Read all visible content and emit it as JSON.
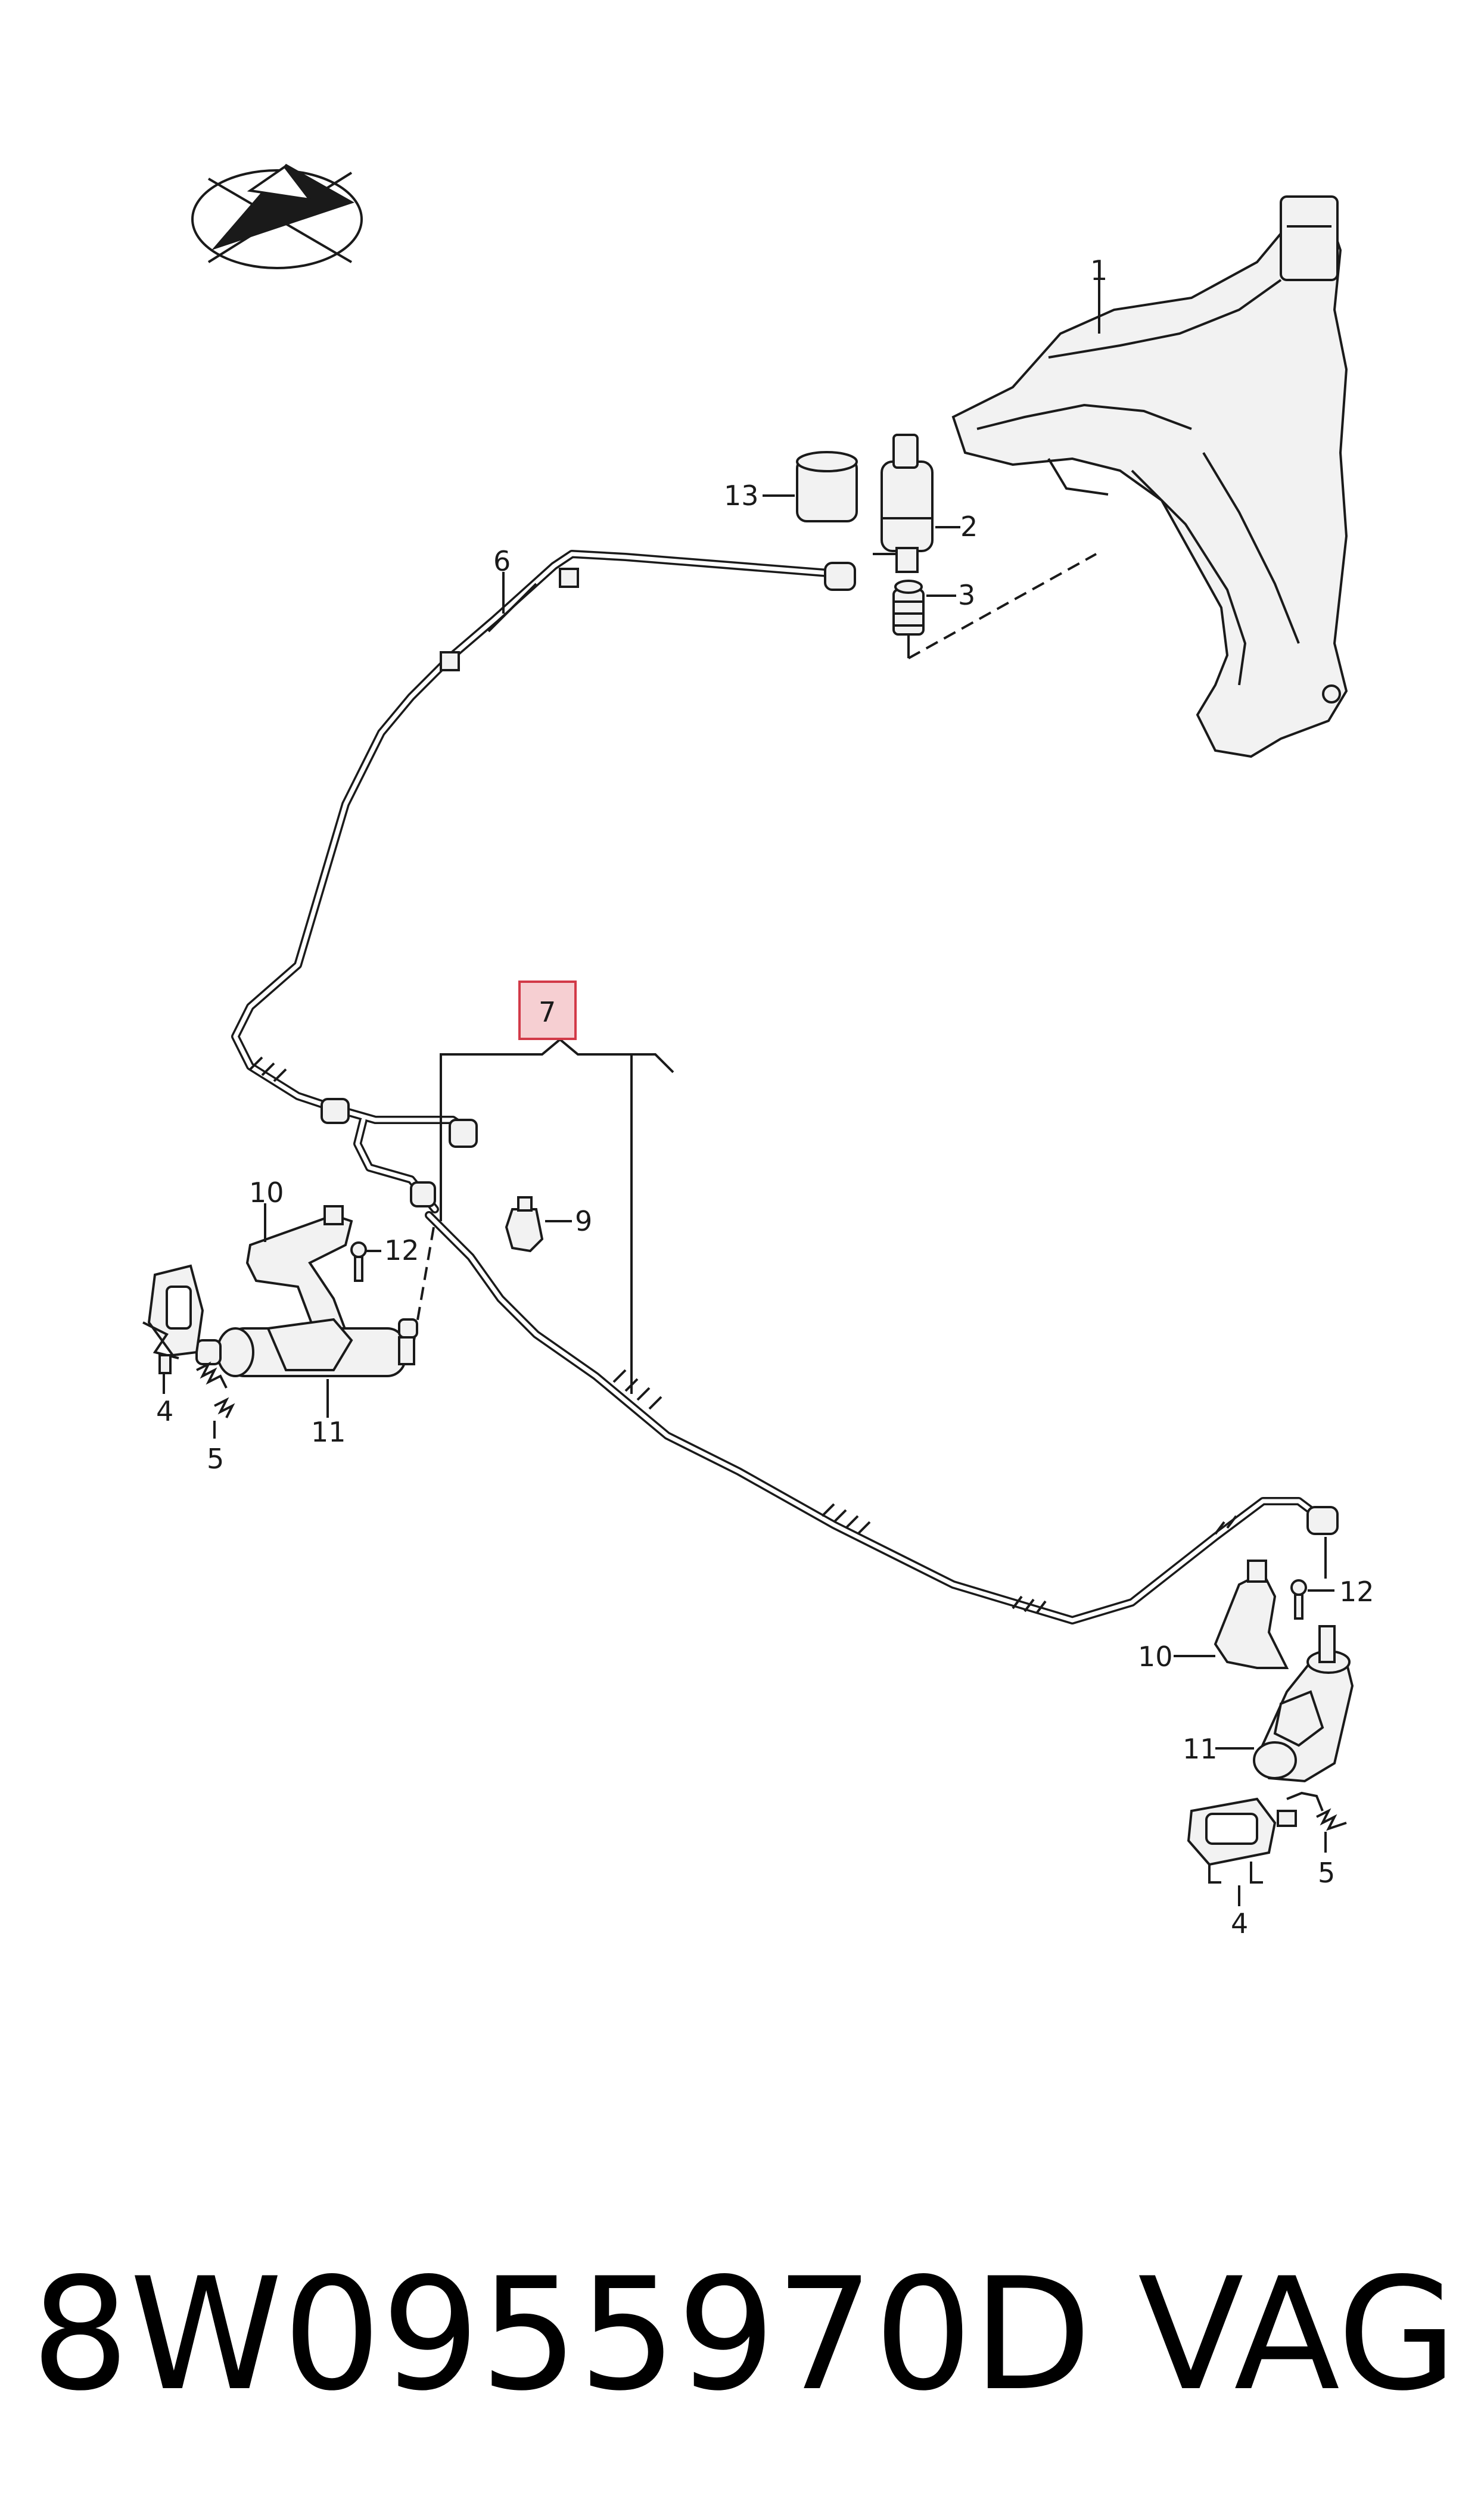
{
  "callouts": {
    "c1": "1",
    "c2": "2",
    "c3": "3",
    "c4_left": "4",
    "c4_right": "4",
    "c5_left": "5",
    "c5_right": "5",
    "c6": "6",
    "c7": "7",
    "c9": "9",
    "c10_left": "10",
    "c10_right": "10",
    "c11_left": "11",
    "c11_right": "11",
    "c12_left": "12",
    "c12_right": "12",
    "c13": "13"
  },
  "highlighted_callout": "7",
  "colors": {
    "highlight_fill": "#f6cfd2",
    "highlight_border": "#d23a48",
    "line": "#1a1a1a"
  },
  "icons": [
    "orientation-arrow-icon"
  ],
  "footer": {
    "part_number": "8W0955970D",
    "brand": "VAG"
  }
}
